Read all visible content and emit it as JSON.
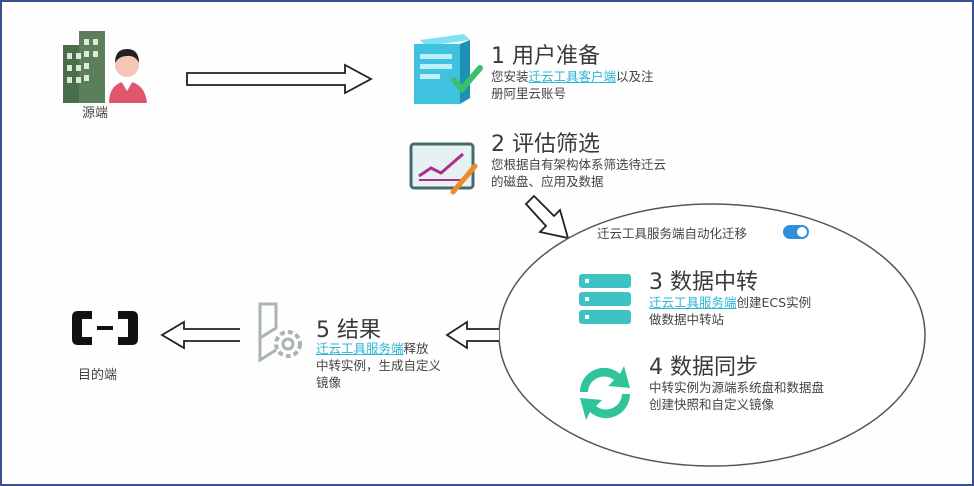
{
  "source": {
    "label": "源端"
  },
  "target": {
    "label": "目的端"
  },
  "steps": [
    {
      "num": "1",
      "title": "用户准备",
      "desc_pre": "您安装",
      "desc_hl": "迁云工具客户端",
      "desc_post": "以及注册阿里云账号"
    },
    {
      "num": "2",
      "title": "评估筛选",
      "desc": "您根据自有架构体系筛选待迁云的磁盘、应用及数据"
    },
    {
      "num": "3",
      "title": "数据中转",
      "desc_hl": "迁云工具服务端",
      "desc_post": "创建ECS实例做数据中转站"
    },
    {
      "num": "4",
      "title": "数据同步",
      "desc": "中转实例为源端系统盘和数据盘创建快照和自定义镜像"
    },
    {
      "num": "5",
      "title": "结果",
      "desc_hl": "迁云工具服务端",
      "desc_post": "释放中转实例，生成自定义镜像"
    }
  ],
  "automation": {
    "label": "迁云工具服务端自动化迁移"
  },
  "colors": {
    "accent": "#2bb6d4",
    "toggle": "#2f8fd8",
    "border": "#3c4f8f"
  }
}
